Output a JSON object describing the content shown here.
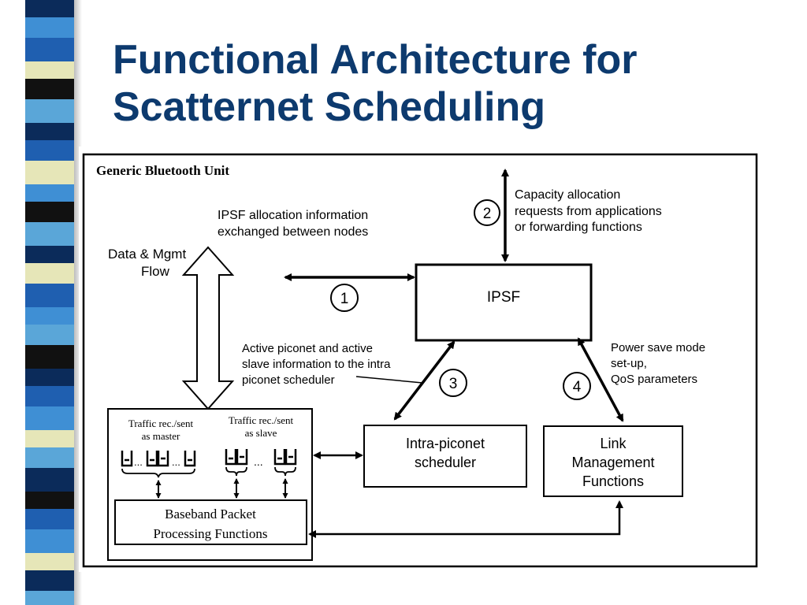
{
  "slide": {
    "title_line1": "Functional Architecture for",
    "title_line2": "Scatternet Scheduling"
  },
  "diagram": {
    "frame_label": "Generic Bluetooth Unit",
    "flow_label": [
      "Data & Mgmt",
      "Flow"
    ],
    "ipsf_info_label": [
      "IPSF allocation information",
      "exchanged between nodes"
    ],
    "capacity_label": [
      "Capacity allocation",
      "requests from applications",
      "or forwarding functions"
    ],
    "active_piconet_label": [
      "Active piconet  and active",
      "slave information to the intra",
      "piconet scheduler"
    ],
    "power_save_label": [
      "Power save mode",
      "set-up,",
      "QoS parameters"
    ],
    "ipsf_box": "IPSF",
    "intra_box": [
      "Intra-piconet",
      "scheduler"
    ],
    "link_box": [
      "Link",
      "Management",
      "Functions"
    ],
    "traffic_master": [
      "Traffic rec./sent",
      "as master"
    ],
    "traffic_slave": [
      "Traffic rec./sent",
      "as slave"
    ],
    "ellipsis": "...",
    "baseband_box": [
      "Baseband Packet",
      "Processing Functions"
    ],
    "markers": [
      "1",
      "2",
      "3",
      "4"
    ]
  },
  "colors": {
    "title": "#0d3a6e",
    "sidebar": [
      "#0b2b5a",
      "#3f8fd4",
      "#1f5fb0",
      "#e6e6b8",
      "#111111",
      "#5aa6d8"
    ]
  }
}
